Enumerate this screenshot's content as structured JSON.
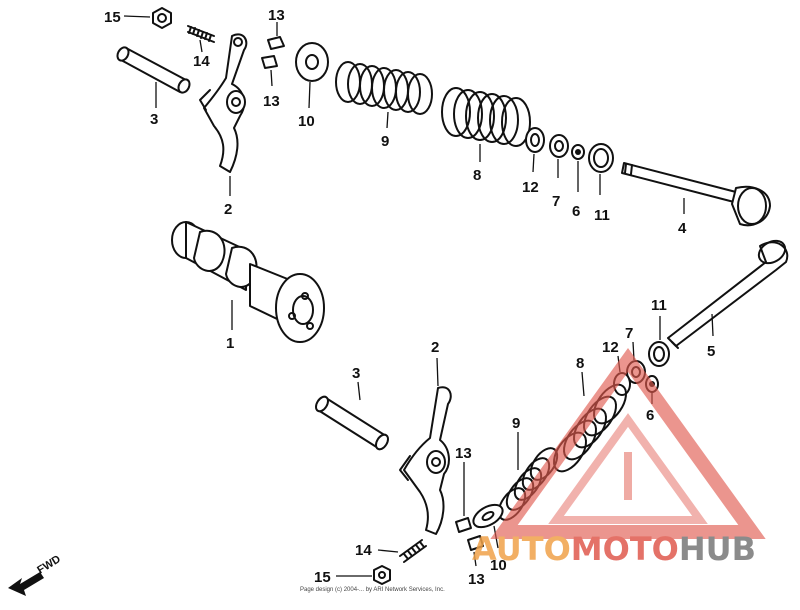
{
  "diagram": {
    "callouts": {
      "n1": "1",
      "n2": "2",
      "n3": "3",
      "n4": "4",
      "n5": "5",
      "n6": "6",
      "n7": "7",
      "n8": "8",
      "n9": "9",
      "n10": "10",
      "n11": "11",
      "n12": "12",
      "n13": "13",
      "n14": "14",
      "n15": "15"
    },
    "fwd_label": "FWD",
    "copyright": "Page design (c) 2004-... by ARI Network Services, Inc."
  },
  "watermark": {
    "auto": "AUTO",
    "moto": "MOTO",
    "hub": "HUB",
    "colors": {
      "red": "#e05a4e",
      "orange": "#f0a24a",
      "grey": "#777777"
    }
  }
}
